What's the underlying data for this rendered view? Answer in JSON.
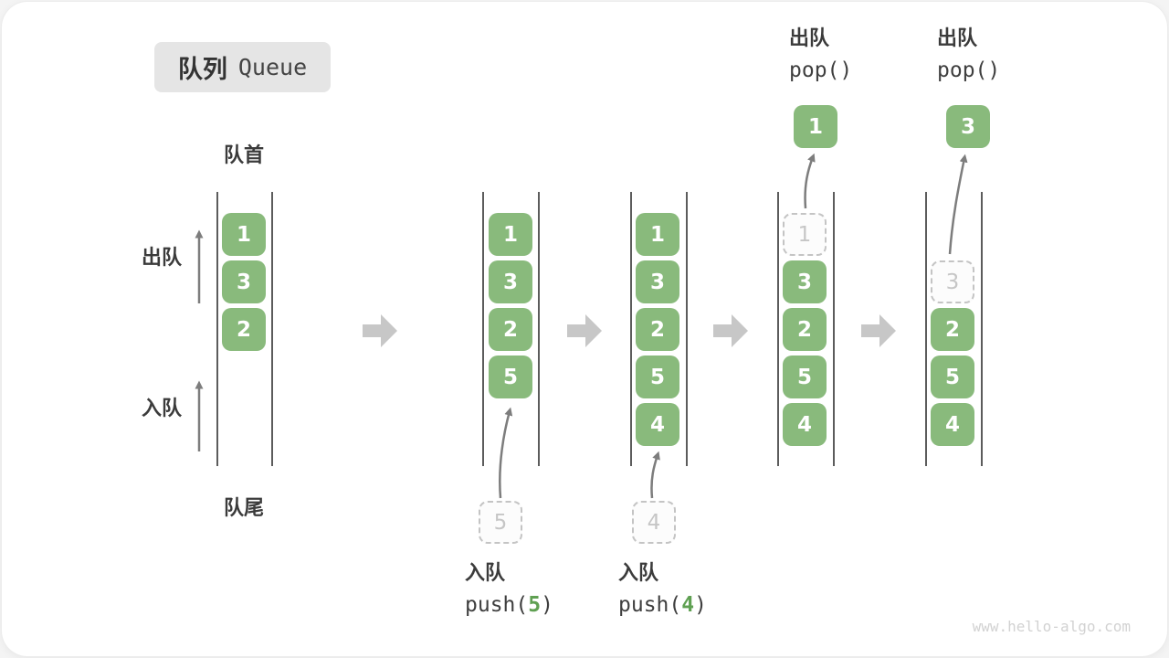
{
  "title": {
    "zh": "队列",
    "en": "Queue"
  },
  "labels": {
    "front": "队首",
    "rear": "队尾",
    "dequeue_side": "出队",
    "enqueue_side": "入队"
  },
  "colors": {
    "cell_green": "#89BA7C",
    "ghost_border": "#c4c4c4",
    "arrow_gray": "#7d7d7d",
    "flow_arrow_gray": "#c7c7c7",
    "code_arg_green": "#5fa052"
  },
  "queues": {
    "q1": {
      "c0": "1",
      "c1": "3",
      "c2": "2"
    },
    "q2": {
      "c0": "1",
      "c1": "3",
      "c2": "2",
      "c3": "5"
    },
    "q3": {
      "c0": "1",
      "c1": "3",
      "c2": "2",
      "c3": "5",
      "c4": "4"
    },
    "q4": {
      "ghost": "1",
      "c1": "3",
      "c2": "2",
      "c3": "5",
      "c4": "4",
      "popped": "1"
    },
    "q5": {
      "ghost": "3",
      "c2": "2",
      "c3": "5",
      "c4": "4",
      "popped": "3"
    }
  },
  "ops": {
    "push5": {
      "label": "入队",
      "fn_open": "push(",
      "arg": "5",
      "fn_close": ")",
      "ghost": "5"
    },
    "push4": {
      "label": "入队",
      "fn_open": "push(",
      "arg": "4",
      "fn_close": ")",
      "ghost": "4"
    },
    "pop1": {
      "label": "出队",
      "fn": "pop()"
    },
    "pop2": {
      "label": "出队",
      "fn": "pop()"
    }
  },
  "watermark": "www.hello-algo.com"
}
